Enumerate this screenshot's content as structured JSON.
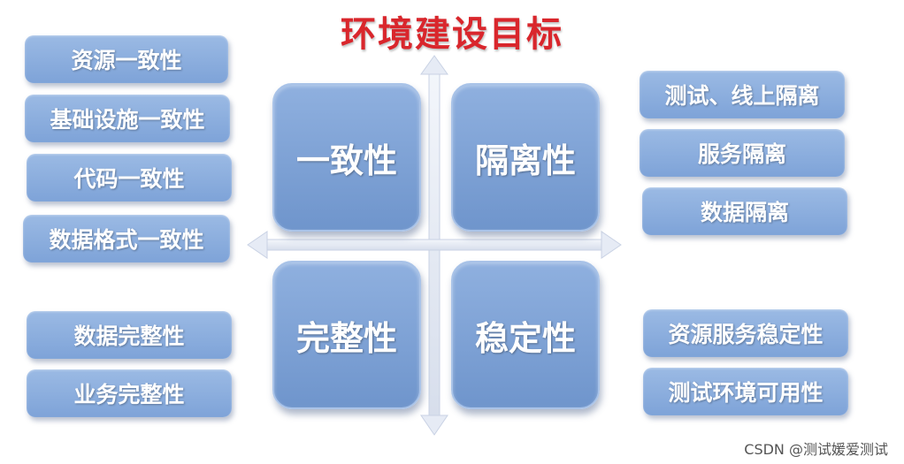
{
  "title": "环境建设目标",
  "quadrants": {
    "top_left": "一致性",
    "top_right": "隔离性",
    "bottom_left": "完整性",
    "bottom_right": "稳定性"
  },
  "left_top_items": [
    "资源一致性",
    "基础设施一致性",
    "代码一致性",
    "数据格式一致性"
  ],
  "left_bottom_items": [
    "数据完整性",
    "业务完整性"
  ],
  "right_top_items": [
    "测试、线上隔离",
    "服务隔离",
    "数据隔离"
  ],
  "right_bottom_items": [
    "资源服务稳定性",
    "测试环境可用性"
  ],
  "watermark": "CSDN @测试媛爱测试",
  "colors": {
    "title": "#d9262c",
    "box": "#7ea3d8",
    "axis": "#e3e8f4"
  }
}
